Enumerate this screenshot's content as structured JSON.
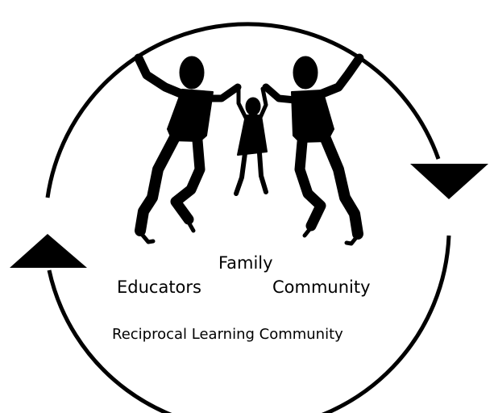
{
  "diagram": {
    "labels": {
      "family": "Family",
      "educators": "Educators",
      "community": "Community",
      "title": "Reciprocal Learning Community"
    },
    "colors": {
      "stroke": "#000000",
      "background": "#ffffff"
    },
    "icons": [
      "family-silhouette-icon",
      "arrow-down-icon",
      "arrow-up-icon"
    ]
  }
}
